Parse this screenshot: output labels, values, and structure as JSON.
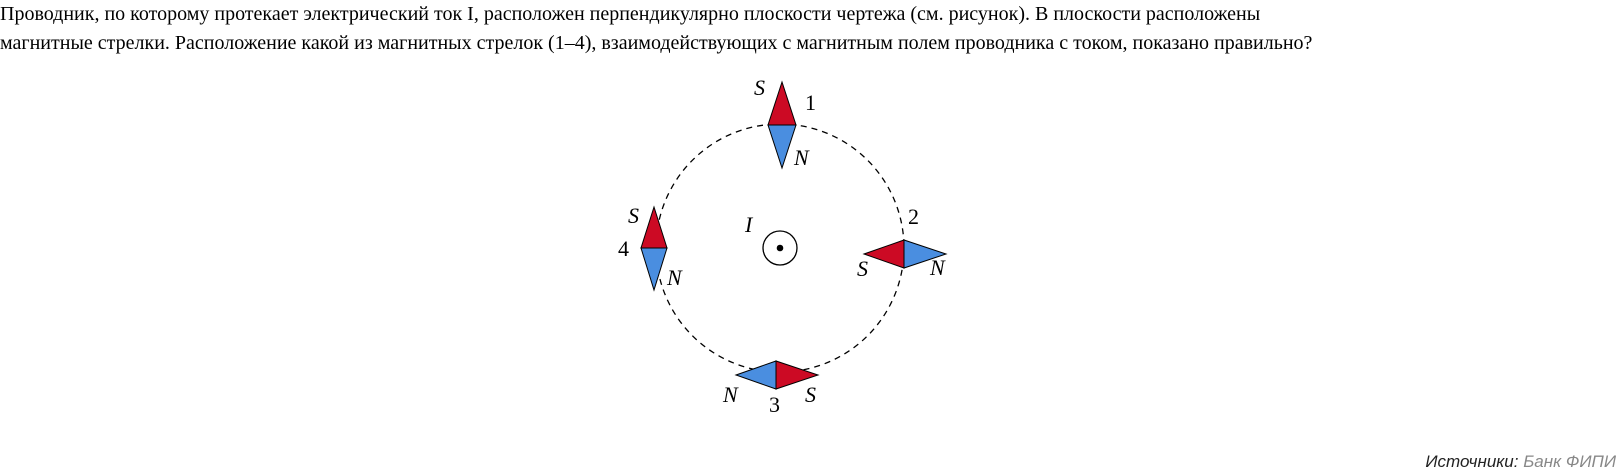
{
  "question": {
    "line1": "Проводник, по которому протекает электрический ток I, расположен перпендикулярно плоскости чертежа (см. рисунок). В плоскости расположены",
    "line2": "магнитные стрелки. Расположение какой из магнитных стрелок (1–4), взаимодействующих с магнитным полем проводника с током, показано правильно?"
  },
  "figure": {
    "current_label": "I",
    "colors": {
      "south_pole": "#cc0a24",
      "north_pole": "#4a8ee0",
      "circle": "#000000"
    },
    "needles": [
      {
        "number": "1",
        "south_label": "S",
        "north_label": "N"
      },
      {
        "number": "2",
        "south_label": "S",
        "north_label": "N"
      },
      {
        "number": "3",
        "south_label": "S",
        "north_label": "N"
      },
      {
        "number": "4",
        "south_label": "S",
        "north_label": "N"
      }
    ]
  },
  "source": {
    "label": "Источники:",
    "link": "Банк ФИПИ"
  }
}
